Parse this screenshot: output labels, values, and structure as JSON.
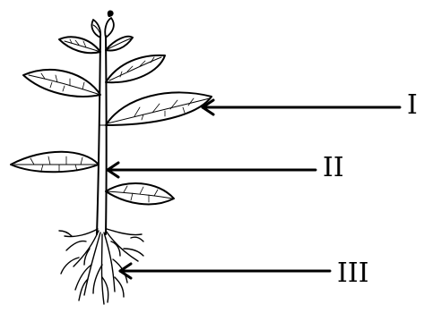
{
  "diagram": {
    "labels": [
      "I",
      "II",
      "III"
    ],
    "parts": [
      "leaf",
      "stem",
      "root"
    ]
  },
  "colors": {
    "ink": "#000000",
    "background": "#ffffff"
  }
}
